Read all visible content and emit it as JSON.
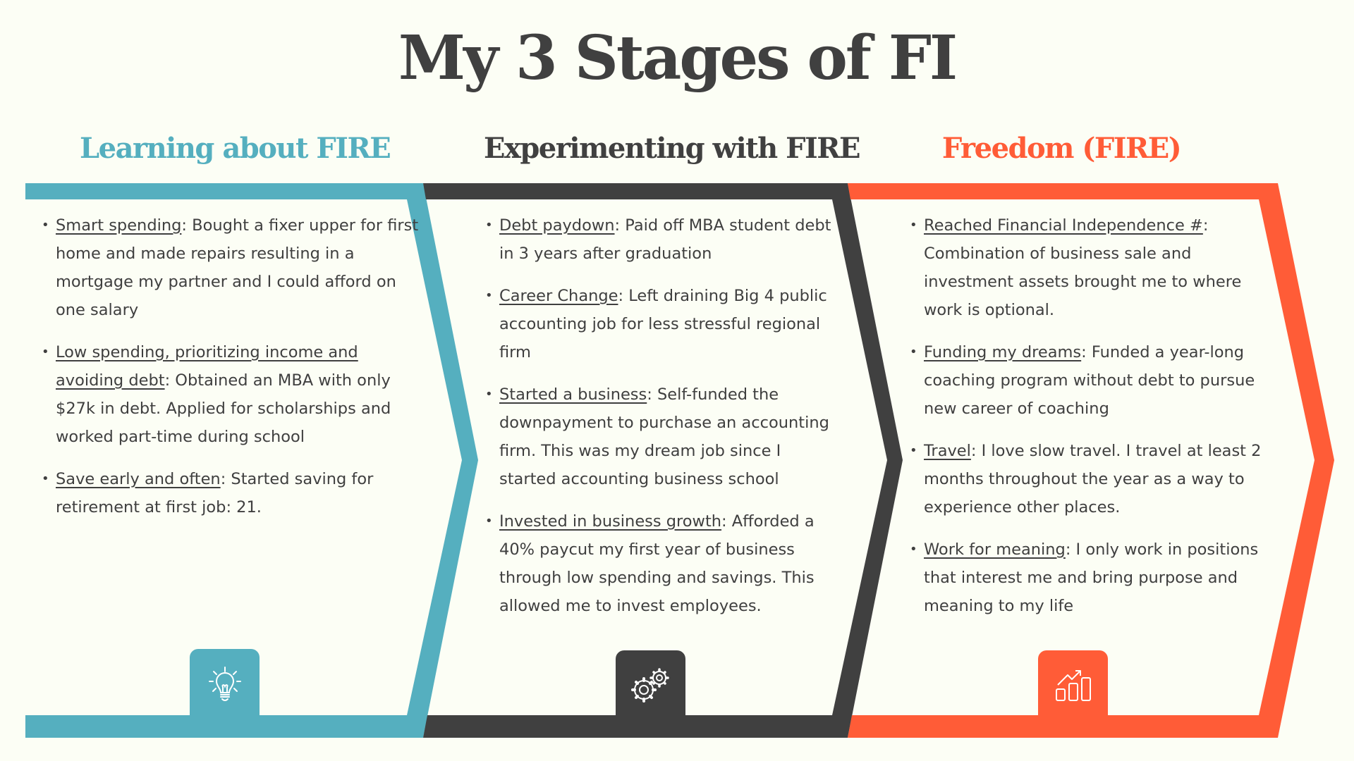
{
  "title": "My 3 Stages of FI",
  "colors": {
    "background": "#FCFEF5",
    "teal": "#55AFBF",
    "dark": "#404040",
    "orange": "#FF5C37",
    "text": "#3F3F3F"
  },
  "stages": [
    {
      "heading": "Learning about FIRE",
      "icon": "lightbulb-icon",
      "items": [
        {
          "key": "Smart spending",
          "text": ": Bought a fixer upper for first home and made repairs resulting in a mortgage my partner and I could afford on one salary"
        },
        {
          "key": "Low spending, prioritizing income and avoiding debt",
          "text": ": Obtained an MBA with only $27k in debt. Applied for scholarships and worked part-time during school"
        },
        {
          "key": "Save early and often",
          "text": ": Started saving for retirement at first job: 21."
        }
      ]
    },
    {
      "heading": "Experimenting with FIRE",
      "icon": "gears-icon",
      "items": [
        {
          "key": "Debt paydown",
          "text": ": Paid off MBA student debt in 3 years after graduation"
        },
        {
          "key": "Career Change",
          "text": ": Left draining Big 4 public accounting job for less stressful regional firm"
        },
        {
          "key": "Started a business",
          "text": ": Self-funded the downpayment to purchase an accounting firm. This was my dream job since I started accounting business school"
        },
        {
          "key": "Invested in business growth",
          "text": ": Afforded a 40% paycut my first year of business through low spending and savings. This allowed me to invest employees."
        }
      ]
    },
    {
      "heading": "Freedom (FIRE)",
      "icon": "growth-chart-icon",
      "items": [
        {
          "key": "Reached Financial Independence #",
          "text": ": Combination of business sale and investment assets brought me to where work is optional."
        },
        {
          "key": "Funding my dreams",
          "text": ": Funded a year-long coaching program without debt to pursue new career of coaching"
        },
        {
          "key": "Travel",
          "text": ": I love slow travel. I travel at least 2 months throughout the year as a way to experience other places."
        },
        {
          "key": "Work for meaning",
          "text": ": I only work in positions that interest me and bring purpose and meaning to my life"
        }
      ]
    }
  ]
}
